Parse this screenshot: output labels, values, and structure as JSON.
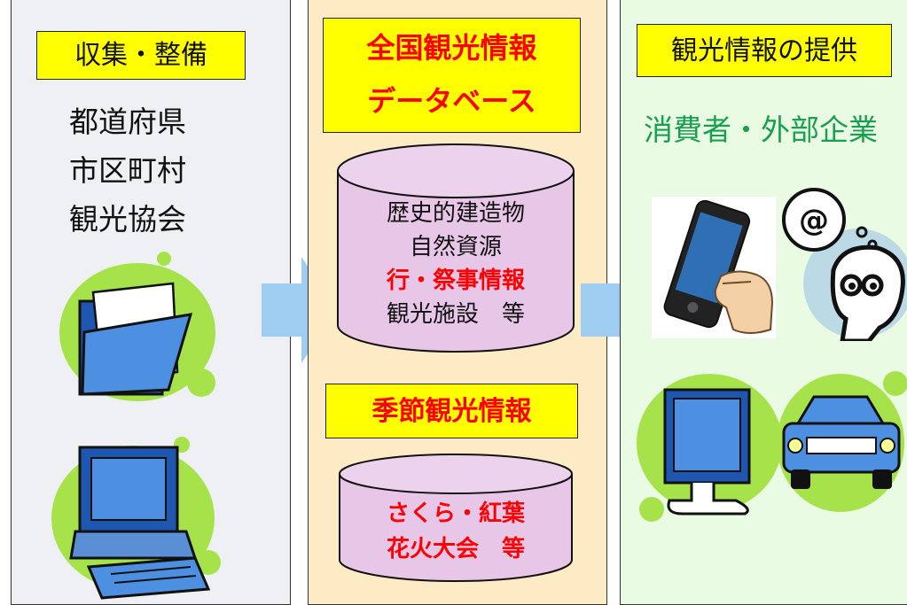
{
  "left": {
    "heading": "収集・整備",
    "sources": [
      "都道府県",
      "市区町村",
      "観光協会"
    ],
    "icons": [
      "folder-icon",
      "computer-icon"
    ]
  },
  "middle": {
    "heading_line1": "全国観光情報",
    "heading_line2": "データベース",
    "db1_items": [
      {
        "text": "歴史的建造物",
        "color": "#111111"
      },
      {
        "text": "自然資源",
        "color": "#111111"
      },
      {
        "text": "行・祭事情報",
        "color": "#ff0000"
      },
      {
        "text": "観光施設　等",
        "color": "#111111"
      }
    ],
    "seasonal_heading": "季節観光情報",
    "db2_items": [
      {
        "text": "さくら・紅葉",
        "color": "#ff0000"
      },
      {
        "text": "花火大会　等",
        "color": "#ff0000"
      }
    ]
  },
  "right": {
    "heading": "観光情報の提供",
    "audience": "消費者・外部企業",
    "icons": [
      "smartphone-icon",
      "email-user-icon",
      "monitor-icon",
      "car-icon"
    ]
  },
  "colors": {
    "highlight_yellow": "#ffff00",
    "accent_red": "#ff0000",
    "accent_green": "#18a050",
    "arrow_blue": "#9fcdf2",
    "blob_green": "#a6e34a",
    "cylinder_pink": "#e8c6e8"
  }
}
